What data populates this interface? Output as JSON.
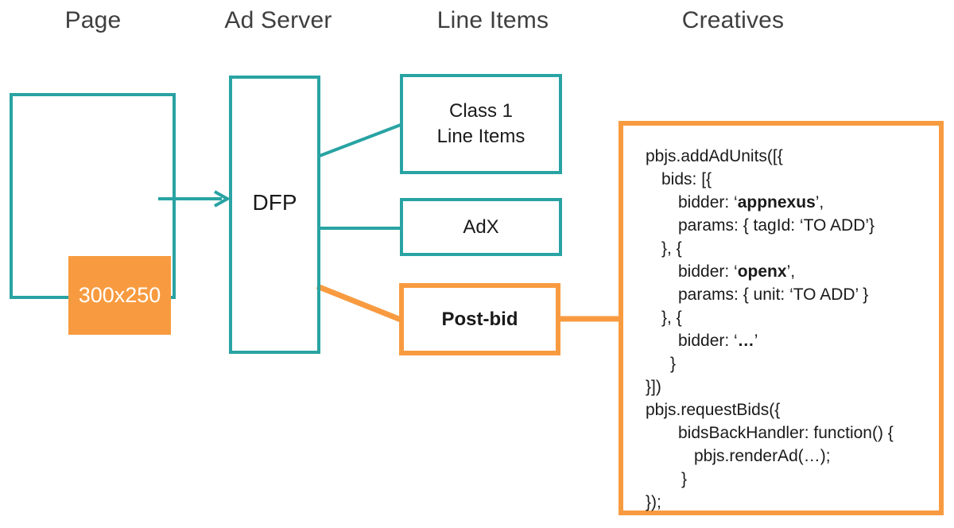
{
  "colors": {
    "teal": "#29A3A3",
    "orange": "#F89B40",
    "heading_text": "#3F3F3F",
    "body_text": "#1A1A1A",
    "slot_text": "#FFFFFF"
  },
  "columns": [
    {
      "label": "Page"
    },
    {
      "label": "Ad Server"
    },
    {
      "label": "Line Items"
    },
    {
      "label": "Creatives"
    }
  ],
  "nodes": {
    "ad_slot": {
      "label": "300x250"
    },
    "dfp": {
      "label": "DFP"
    },
    "class1": {
      "lines": [
        "Class 1",
        "Line Items"
      ]
    },
    "adx": {
      "label": "AdX"
    },
    "postbid": {
      "label": "Post-bid"
    }
  },
  "code": {
    "lines": [
      {
        "indent": 0,
        "parts": [
          {
            "text": "pbjs.addAdUnits([{"
          }
        ]
      },
      {
        "indent": 20,
        "parts": [
          {
            "text": "bids: [{"
          }
        ]
      },
      {
        "indent": 41,
        "parts": [
          {
            "text": "bidder: ‘"
          },
          {
            "text": "appnexus",
            "bold": true
          },
          {
            "text": "’,"
          }
        ]
      },
      {
        "indent": 41,
        "parts": [
          {
            "text": "params: { tagId: ‘TO ADD’}"
          }
        ]
      },
      {
        "indent": 20,
        "parts": [
          {
            "text": "}, {"
          }
        ]
      },
      {
        "indent": 41,
        "parts": [
          {
            "text": "bidder: ‘"
          },
          {
            "text": "openx",
            "bold": true
          },
          {
            "text": "’,"
          }
        ]
      },
      {
        "indent": 41,
        "parts": [
          {
            "text": "params: { unit: ‘TO ADD’ }"
          }
        ]
      },
      {
        "indent": 20,
        "parts": [
          {
            "text": "}, {"
          }
        ]
      },
      {
        "indent": 41,
        "parts": [
          {
            "text": "bidder: ‘"
          },
          {
            "text": "…",
            "bold": true
          },
          {
            "text": "’"
          }
        ]
      },
      {
        "indent": 31,
        "parts": [
          {
            "text": "}"
          }
        ]
      },
      {
        "indent": 0,
        "parts": [
          {
            "text": "}])"
          }
        ]
      },
      {
        "indent": 0,
        "parts": [
          {
            "text": "pbjs.requestBids({"
          }
        ]
      },
      {
        "indent": 41,
        "parts": [
          {
            "text": "bidsBackHandler: function() {"
          }
        ]
      },
      {
        "indent": 61,
        "parts": [
          {
            "text": "pbjs.renderAd(…);"
          }
        ]
      },
      {
        "indent": 45,
        "parts": [
          {
            "text": "}"
          }
        ]
      },
      {
        "indent": 0,
        "parts": [
          {
            "text": "});"
          }
        ]
      }
    ]
  }
}
